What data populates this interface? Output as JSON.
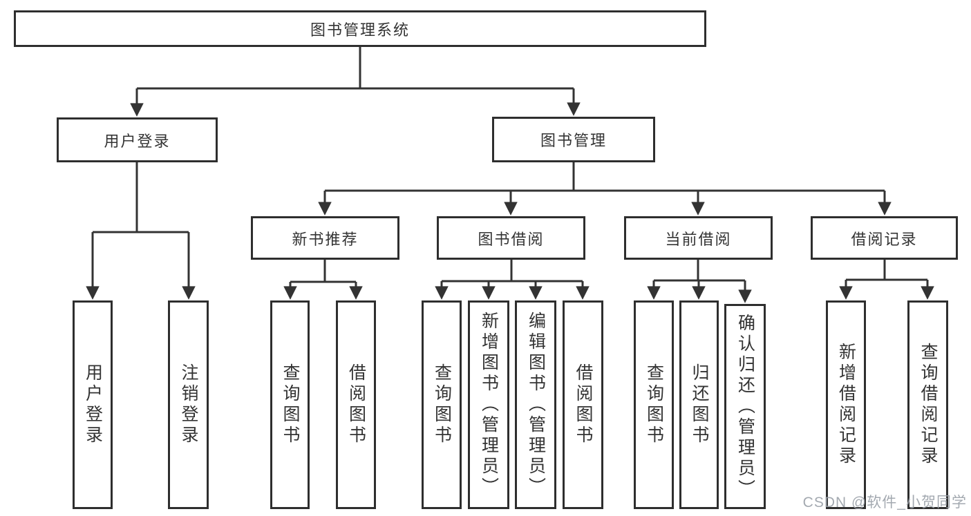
{
  "diagram": {
    "title": "图书管理系统",
    "type": "hierarchy-tree",
    "colors": {
      "line": "#333333",
      "border": "#2e2e2e",
      "text": "#333333",
      "background": "#ffffff",
      "watermark": "#9aa0a8"
    },
    "watermark": "CSDN @软件_小贺同学",
    "tree": {
      "root": {
        "label": "图书管理系统",
        "children": [
          {
            "label": "用户登录",
            "children": [
              {
                "label": "用户登录"
              },
              {
                "label": "注销登录"
              }
            ]
          },
          {
            "label": "图书管理",
            "children": [
              {
                "label": "新书推荐",
                "children": [
                  {
                    "label": "查询图书"
                  },
                  {
                    "label": "借阅图书"
                  }
                ]
              },
              {
                "label": "图书借阅",
                "children": [
                  {
                    "label": "查询图书"
                  },
                  {
                    "label": "新增图书（管理员）"
                  },
                  {
                    "label": "编辑图书（管理员）"
                  },
                  {
                    "label": "借阅图书"
                  }
                ]
              },
              {
                "label": "当前借阅",
                "children": [
                  {
                    "label": "查询图书"
                  },
                  {
                    "label": "归还图书"
                  },
                  {
                    "label": "确认归还（管理员）"
                  }
                ]
              },
              {
                "label": "借阅记录",
                "children": [
                  {
                    "label": "新增借阅记录"
                  },
                  {
                    "label": "查询借阅记录"
                  }
                ]
              }
            ]
          }
        ]
      }
    }
  }
}
